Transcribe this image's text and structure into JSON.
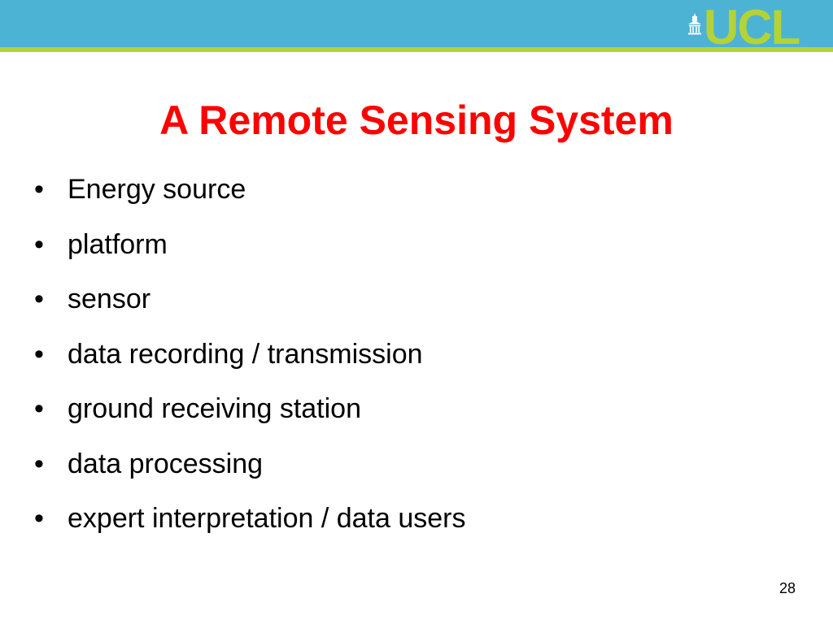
{
  "header": {
    "band_color": "#4db3d4",
    "rule_color": "#b4d334",
    "logo": {
      "text": "UCL",
      "icon": "portico-icon",
      "color": "#b4d334"
    }
  },
  "slide": {
    "title": "A Remote Sensing System",
    "title_color": "#ff0000",
    "bullet_glyph": "•",
    "bullets": [
      "Energy source",
      "platform",
      "sensor",
      "data recording / transmission",
      "ground receiving station",
      "data processing",
      "expert interpretation / data users"
    ],
    "page_number": "28"
  }
}
